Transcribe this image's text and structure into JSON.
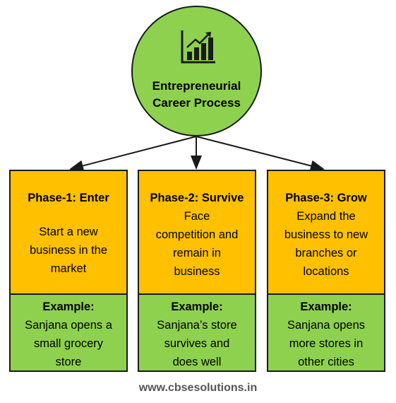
{
  "root": {
    "title": "Entrepreneurial\nCareer Process",
    "icon": "growth-chart-icon"
  },
  "phases": [
    {
      "title": "Phase-1: Enter",
      "description": "Start a new\nbusiness in the\nmarket",
      "example_label": "Example:",
      "example_text": "Sanjana opens a\nsmall grocery\nstore"
    },
    {
      "title": "Phase-2: Survive",
      "description": "Face\ncompetition and\nremain in\nbusiness",
      "example_label": "Example:",
      "example_text": "Sanjana’s store\nsurvives and\ndoes well"
    },
    {
      "title": "Phase-3: Grow",
      "description": "Expand the\nbusiness to new\nbranches or\nlocations",
      "example_label": "Example:",
      "example_text": "Sanjana opens\nmore stores in\nother cities"
    }
  ],
  "footer": "www.cbsesolutions.in",
  "colors": {
    "root_fill": "#8ed14f",
    "phase_fill": "#ffc000",
    "example_fill": "#8ed14f",
    "border": "#1a1a1a"
  }
}
